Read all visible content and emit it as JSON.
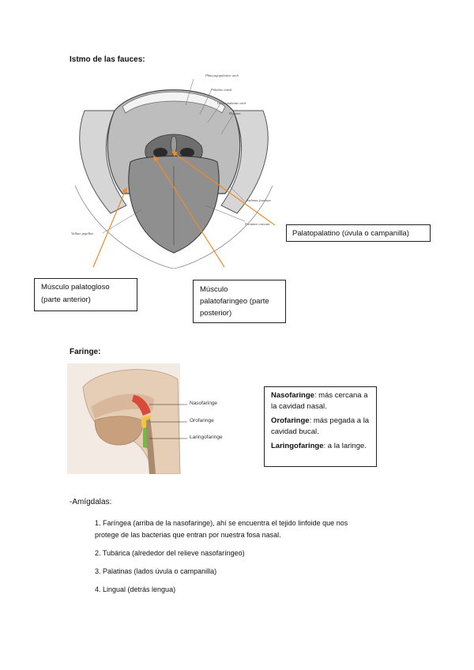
{
  "fauces": {
    "title": "Istmo de las fauces:",
    "image_labels": [
      "Pharyngopalatine arch",
      "Palatine tonsil",
      "Glossopalatine arch",
      "Dorsum",
      "Isthmus faucium",
      "Foramen caecum",
      "Vallate papillae"
    ],
    "box_palatopalatino": "Palatopalatino (úvula o campanilla)",
    "box_palatogloso": [
      "Músculo palatogloso",
      "(parte anterior)"
    ],
    "box_palatofaringeo": [
      "Músculo",
      "palatofaringeo (parte",
      "posterior)"
    ]
  },
  "faringe": {
    "title": "Faringe:",
    "image_labels": [
      "Nasofaringe",
      "Orofaringe",
      "Laringofaringe"
    ],
    "definitions": [
      {
        "term": "Nasofaringe",
        "text": ": más cercana a la cavidad nasal."
      },
      {
        "term": "Orofaringe",
        "text": ": más pegada a la cavidad bucal."
      },
      {
        "term": "Laringofaringe",
        "text": ": a la laringe."
      }
    ]
  },
  "amigdalas": {
    "title": "-Amígdalas:",
    "items": [
      "1. Faríngea (arriba de la nasofaringe), ahí se encuentra el tejido linfoide que nos",
      "protege de las bacterias que entran por nuestra fosa nasal.",
      "2. Tubárica (alrededor del relieve nasofaríngeo)",
      "3. Palatinas (lados úvula o campanilla)",
      "4. Lingual (detrás lengua)"
    ]
  },
  "colors": {
    "arrow": "#f08a2a",
    "naso": "#d84a3a",
    "oro": "#f3c342",
    "laringo": "#6bbf3c"
  }
}
